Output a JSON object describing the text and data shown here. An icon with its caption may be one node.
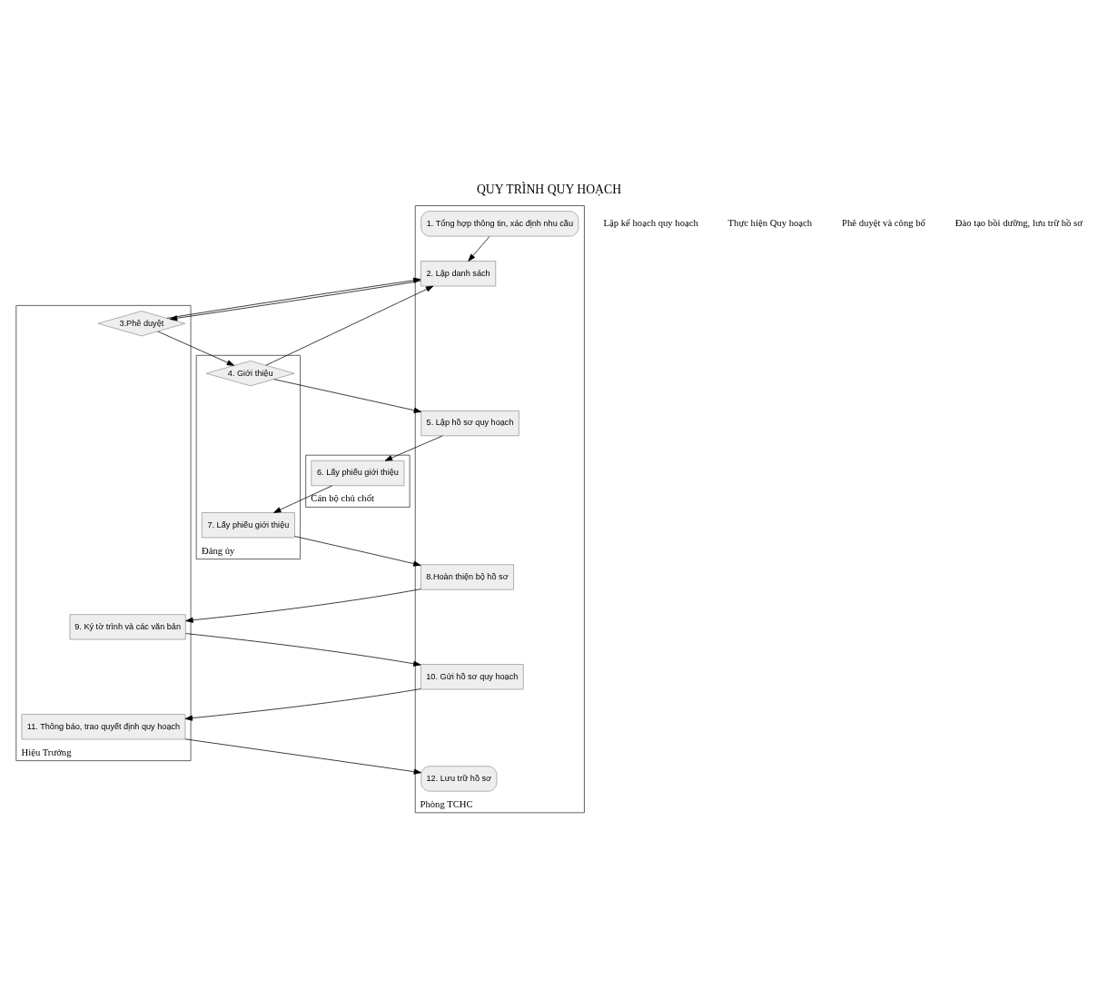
{
  "diagram": {
    "title": "QUY TRÌNH QUY HOẠCH",
    "nodes": [
      {
        "text": [
          "Phòng TCHC"
        ]
      },
      {
        "text": [
          "1. Tổng hợp thông tin, xác định nhu cầu"
        ],
        "in": 0
      },
      {
        "text": [
          "2. Lập danh sách"
        ],
        "in": 0
      },
      {
        "text": [
          "8.Hoàn thiện bộ hồ sơ"
        ],
        "in": 0
      },
      {
        "text": [
          "5. Lập hồ sơ quy hoạch"
        ],
        "in": 0
      },
      {
        "text": [
          "10. Gửi hồ sơ quy hoạch"
        ],
        "in": 0
      },
      {
        "text": [
          "12. Lưu trữ hồ sơ"
        ],
        "in": 0
      },
      {
        "text": [
          "Đảng ủy"
        ]
      },
      {
        "text": [
          "4. Giới thiệu"
        ],
        "in": 7
      },
      {
        "text": [
          "7. Lấy phiếu giới thiệu"
        ],
        "in": 7
      },
      {
        "text": [
          "Cán bộ chủ chốt"
        ]
      },
      {
        "text": [
          "6. Lấy phiếu giới thiệu"
        ],
        "in": 10
      },
      {
        "text": [
          "Hiệu Trưởng"
        ]
      },
      {
        "text": [
          "3.Phê duyệt"
        ],
        "in": 12
      },
      {
        "text": [
          "9. Ký tờ trình và các văn bản"
        ],
        "in": 12
      },
      {
        "text": [
          "11. Thông báo, trao quyết định quy hoạch"
        ],
        "in": 12
      }
    ],
    "edges": [
      {
        "from": 1,
        "to": 2,
        "arrow": "to"
      },
      {
        "from": 2,
        "to": 13,
        "arrow": "to"
      },
      {
        "from": 13,
        "to": 2,
        "arrow": "to"
      },
      {
        "from": 13,
        "to": 8,
        "arrow": "to"
      },
      {
        "from": 8,
        "to": 2,
        "arrow": "to"
      },
      {
        "from": 8,
        "to": 4,
        "arrow": "to"
      },
      {
        "from": 4,
        "to": 11,
        "arrow": "to"
      },
      {
        "from": 11,
        "to": 9,
        "arrow": "to"
      },
      {
        "from": 9,
        "to": 3,
        "arrow": "to"
      },
      {
        "from": 3,
        "to": 14,
        "arrow": "to"
      },
      {
        "from": 14,
        "to": 5,
        "arrow": "to"
      },
      {
        "from": 5,
        "to": 15,
        "arrow": "to"
      },
      {
        "from": 15,
        "to": 6,
        "arrow": "to"
      }
    ],
    "labels": [
      "Lập kế hoạch quy hoạch",
      "Thực hiện Quy hoạch",
      "Phê duyệt và công bố",
      "Đào tạo bồi dưỡng, lưu trữ hồ sơ"
    ]
  }
}
